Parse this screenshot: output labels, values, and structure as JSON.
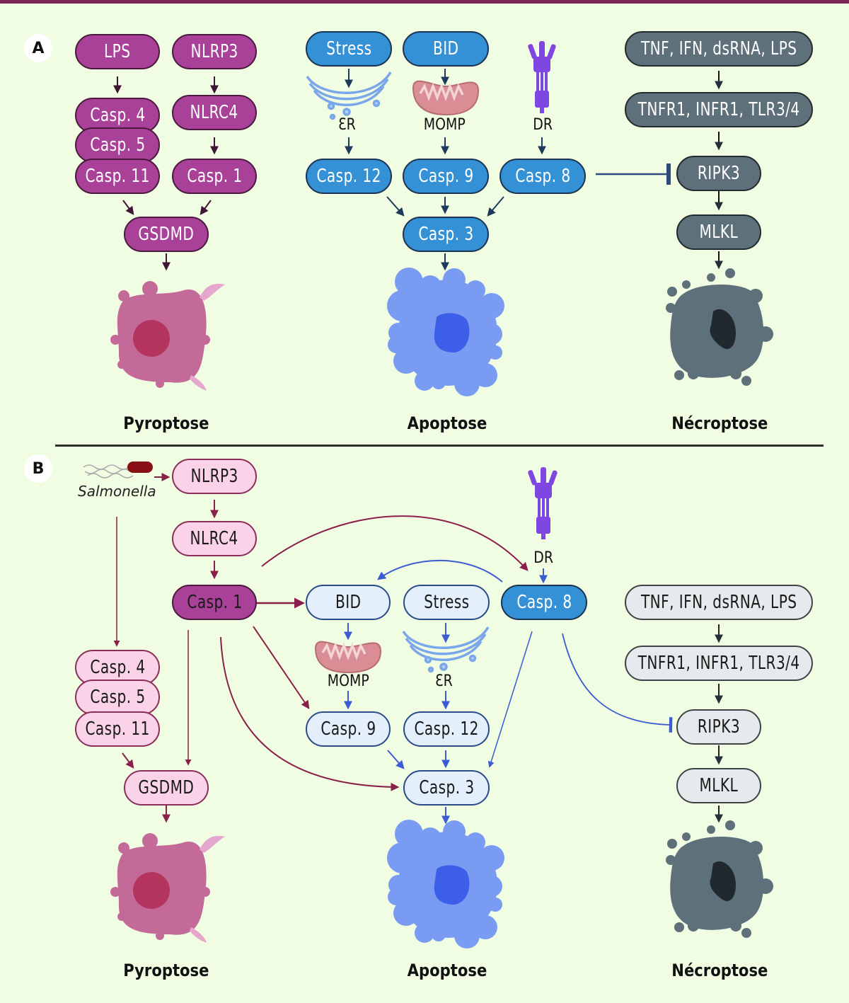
{
  "panels": {
    "a": {
      "badge": "A",
      "pyroptosis": {
        "lps": "LPS",
        "nlrp3": "NLRP3",
        "casp4": "Casp. 4",
        "casp5": "Casp. 5",
        "casp11": "Casp. 11",
        "nlrc4": "NLRC4",
        "casp1": "Casp. 1",
        "gsdmd": "GSDMD",
        "caption": "Pyroptose"
      },
      "apoptosis": {
        "stress": "Stress",
        "bid": "BID",
        "er_label": "ƐR",
        "momp_label": "MOMP",
        "dr_label": "DR",
        "casp12": "Casp. 12",
        "casp9": "Casp. 9",
        "casp8": "Casp. 8",
        "casp3": "Casp. 3",
        "caption": "Apoptose"
      },
      "necroptosis": {
        "ligands": "TNF, IFN, dsRNA, LPS",
        "receptors": "TNFR1, INFR1, TLR3/4",
        "ripk3": "RIPK3",
        "mlkl": "MLKL",
        "caption": "Nécroptose"
      }
    },
    "b": {
      "badge": "B",
      "pathogen_label": "Salmonella",
      "pyroptosis": {
        "nlrp3": "NLRP3",
        "nlrc4": "NLRC4",
        "casp1": "Casp. 1",
        "casp4": "Casp. 4",
        "casp5": "Casp. 5",
        "casp11": "Casp. 11",
        "gsdmd": "GSDMD",
        "caption": "Pyroptose"
      },
      "apoptosis": {
        "bid": "BID",
        "stress": "Stress",
        "casp8": "Casp. 8",
        "dr_label": "DR",
        "momp_label": "MOMP",
        "er_label": "ƐR",
        "casp9": "Casp. 9",
        "casp12": "Casp. 12",
        "casp3": "Casp. 3",
        "caption": "Apoptose"
      },
      "necroptosis": {
        "ligands": "TNF, IFN, dsRNA, LPS",
        "receptors": "TNFR1, INFR1, TLR3/4",
        "ripk3": "RIPK3",
        "mlkl": "MLKL",
        "caption": "Nécroptose"
      }
    }
  },
  "colors": {
    "background": "#f0fde3",
    "top_bar": "#7a2858",
    "pyroptosis_strong": "#a94199",
    "pyroptosis_light": "#fbd3e8",
    "apoptosis_strong": "#3591d6",
    "apoptosis_light": "#e3effb",
    "necroptosis_strong": "#5e707a",
    "necroptosis_light": "#e6eaec",
    "pyro_arrow": "#8a1f4a",
    "apo_arrow": "#3a5bd1",
    "dark_arrow": "#22303a"
  }
}
